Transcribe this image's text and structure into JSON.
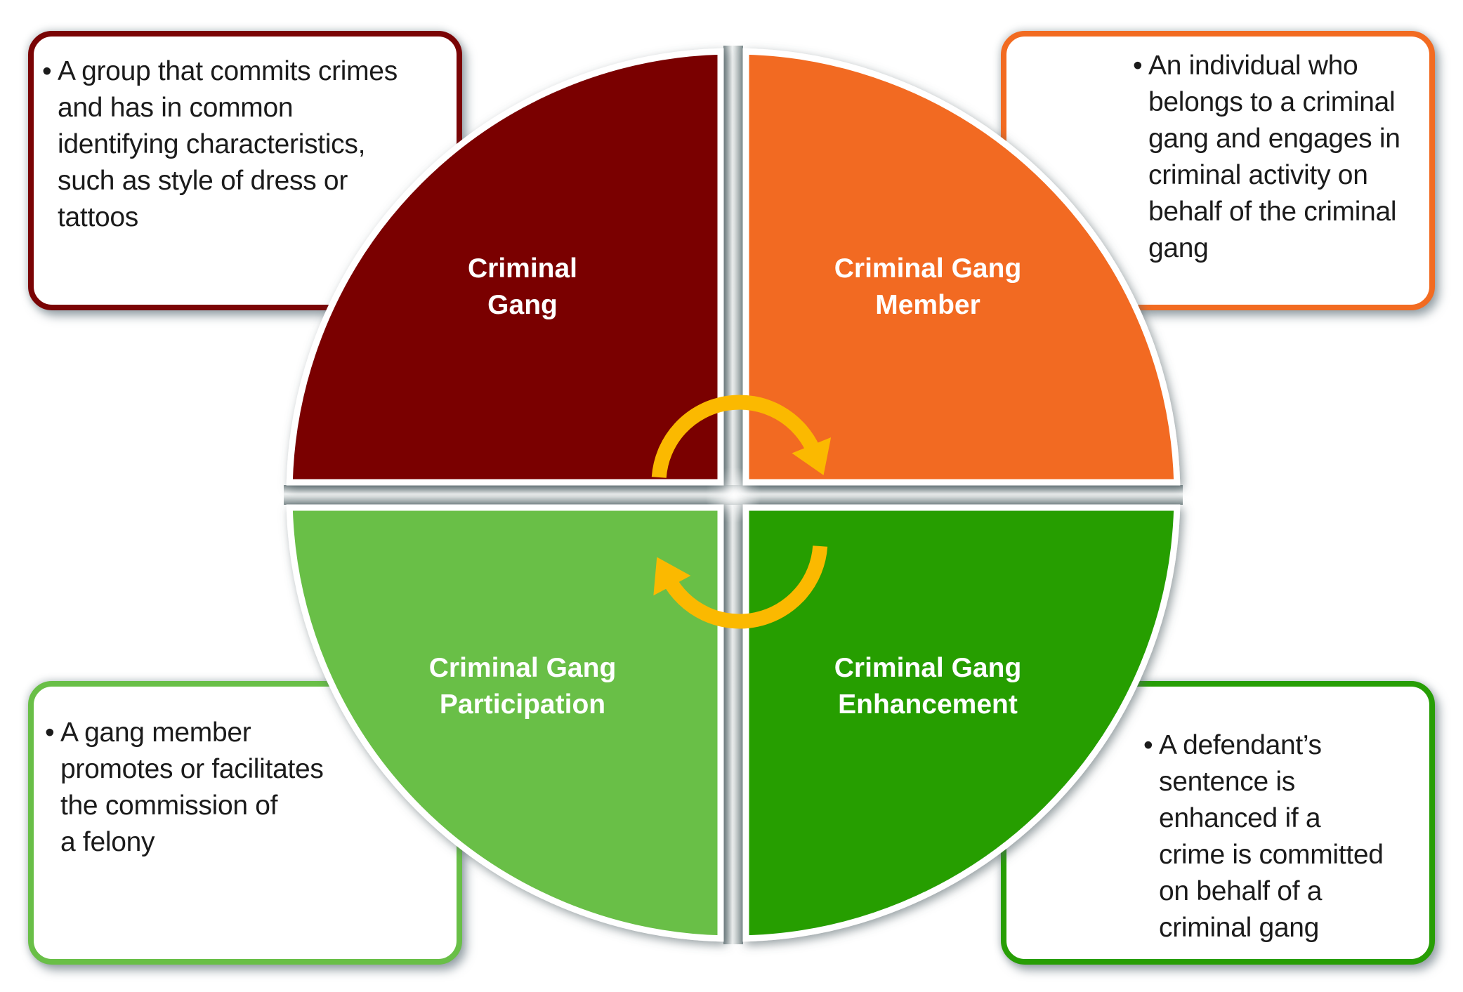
{
  "diagram": {
    "title": "",
    "quadrants": [
      {
        "id": "top-left",
        "label_lines": [
          "Criminal",
          "Gang"
        ],
        "color": "#7a0405"
      },
      {
        "id": "top-right",
        "label_lines": [
          "Criminal Gang",
          "Member"
        ],
        "color": "#f26b21"
      },
      {
        "id": "bottom-left",
        "label_lines": [
          "Criminal Gang",
          "Participation"
        ],
        "color": "#69bf47"
      },
      {
        "id": "bottom-right",
        "label_lines": [
          "Criminal Gang",
          "Enhancement"
        ],
        "color": "#279e05"
      }
    ],
    "boxes": [
      {
        "id": "top-left",
        "bullet": "•",
        "lines": [
          "A group that commits crimes",
          "and has in common",
          "identifying characteristics,",
          "such as style of dress or",
          "tattoos"
        ]
      },
      {
        "id": "top-right",
        "bullet": "•",
        "lines": [
          "An individual who",
          "belongs to a criminal",
          "gang and engages in",
          "criminal activity on",
          "behalf of the criminal",
          "gang"
        ]
      },
      {
        "id": "bottom-left",
        "bullet": "•",
        "lines": [
          "A gang member",
          "promotes or facilitates",
          "the commission of",
          "a felony"
        ]
      },
      {
        "id": "bottom-right",
        "bullet": "•",
        "lines": [
          "A defendant’s",
          "sentence is",
          "enhanced if a",
          "crime is committed",
          "on behalf of a",
          "criminal gang"
        ]
      }
    ],
    "arrows": [
      {
        "name": "top-cycle-arrow",
        "direction": "clockwise",
        "from": "top-left",
        "to": "top-right"
      },
      {
        "name": "bottom-cycle-arrow",
        "direction": "clockwise",
        "from": "bottom-right",
        "to": "bottom-left"
      }
    ],
    "colors": {
      "arrow": "#fbb900",
      "divider_light": "#f2f4f4",
      "divider_dark": "#7d8a8c",
      "quadrant_border": "#ffffff",
      "text": "#1b1b1b"
    }
  }
}
